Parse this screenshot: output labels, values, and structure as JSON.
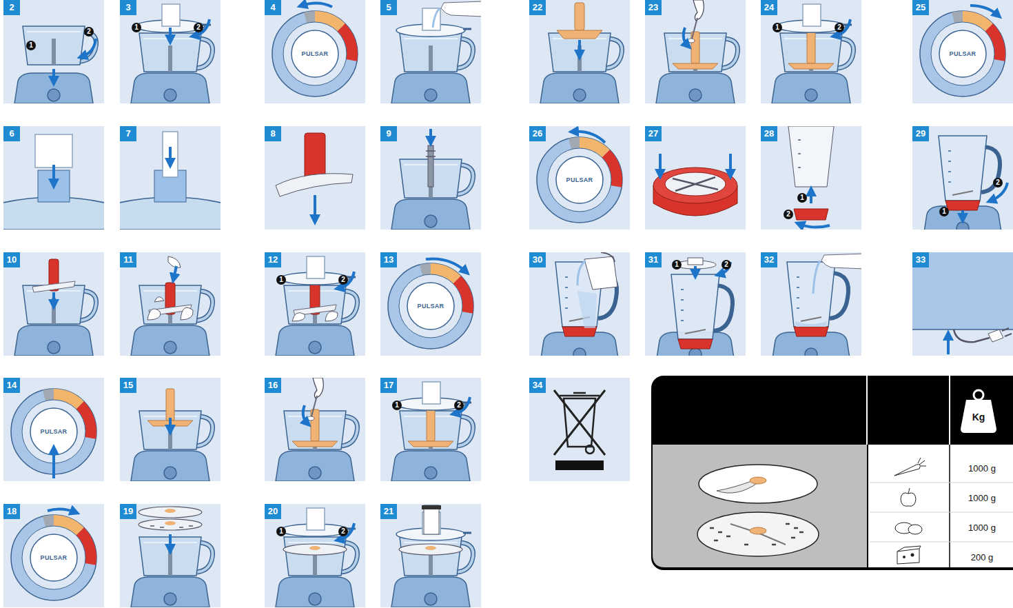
{
  "diagram": {
    "nodes": [
      {
        "text": [
          "2",
          "1",
          "2"
        ]
      },
      {
        "text": [
          "3",
          "1",
          "2"
        ]
      },
      {
        "text": [
          "4",
          "PULSAR"
        ]
      },
      {
        "text": [
          "5"
        ]
      },
      {
        "text": [
          "6"
        ]
      },
      {
        "text": [
          "7"
        ]
      },
      {
        "text": [
          "8"
        ]
      },
      {
        "text": [
          "9"
        ]
      },
      {
        "text": [
          "10"
        ]
      },
      {
        "text": [
          "11"
        ]
      },
      {
        "text": [
          "12",
          "1",
          "2"
        ]
      },
      {
        "text": [
          "13",
          "PULSAR"
        ]
      },
      {
        "text": [
          "14",
          "PULSAR"
        ]
      },
      {
        "text": [
          "15"
        ]
      },
      {
        "text": [
          "16"
        ]
      },
      {
        "text": [
          "17",
          "1",
          "2"
        ]
      },
      {
        "text": [
          "18",
          "PULSAR"
        ]
      },
      {
        "text": [
          "19"
        ]
      },
      {
        "text": [
          "20",
          "1",
          "2"
        ]
      },
      {
        "text": [
          "21"
        ]
      },
      {
        "text": [
          "22"
        ]
      },
      {
        "text": [
          "23"
        ]
      },
      {
        "text": [
          "24",
          "1",
          "2"
        ]
      },
      {
        "text": [
          "25",
          "PULSAR"
        ]
      },
      {
        "text": [
          "26",
          "PULSAR"
        ]
      },
      {
        "text": [
          "27"
        ]
      },
      {
        "text": [
          "28",
          "1",
          "2"
        ]
      },
      {
        "text": [
          "29",
          "1",
          "2"
        ]
      },
      {
        "text": [
          "30"
        ]
      },
      {
        "text": [
          "31",
          "1",
          "2"
        ]
      },
      {
        "text": [
          "32"
        ]
      },
      {
        "text": [
          "33"
        ]
      },
      {
        "text": [
          "34"
        ]
      }
    ],
    "labels": [
      "Kg",
      "1000 g",
      "1000 g",
      "1000 g",
      "200 g"
    ]
  }
}
